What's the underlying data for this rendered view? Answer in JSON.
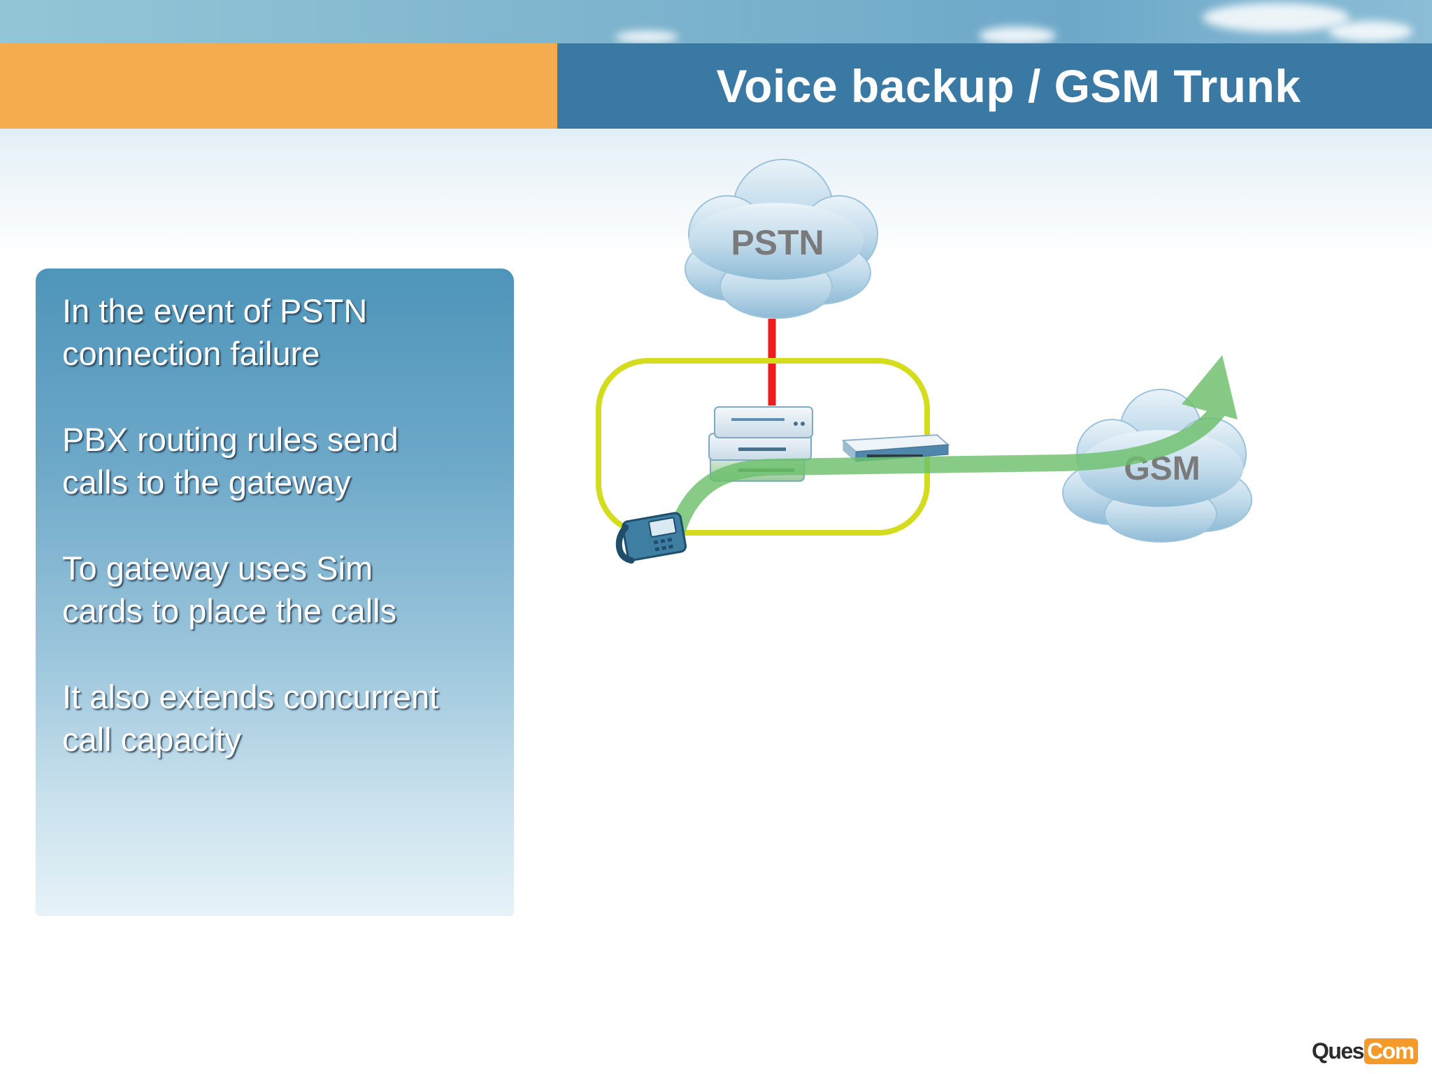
{
  "slide": {
    "title": "Voice backup / GSM Trunk",
    "bullets": [
      "In the event of PSTN\nconnection failure",
      "PBX routing rules send\ncalls to the gateway",
      "To gateway uses Sim\ncards to place the calls",
      "It also extends concurrent\ncall capacity"
    ]
  },
  "diagram": {
    "nodes": [
      {
        "id": "pstn",
        "label": "PSTN",
        "type": "cloud"
      },
      {
        "id": "gsm",
        "label": "GSM",
        "type": "cloud"
      },
      {
        "id": "pbx",
        "label": "",
        "type": "pbx-stack-icon"
      },
      {
        "id": "gateway",
        "label": "",
        "type": "gsm-gateway-icon"
      },
      {
        "id": "phone",
        "label": "",
        "type": "ip-phone-icon"
      }
    ],
    "edges": [
      {
        "from": "pstn",
        "to": "pbx",
        "style": "failed-link",
        "color": "#ee1c1c"
      },
      {
        "from": "phone",
        "to": "gsm",
        "style": "call-path-arrow",
        "color": "#6cbf6c"
      }
    ],
    "group_outline_color": "#d4dc1e"
  },
  "logo": {
    "part1": "Ques",
    "part2": "Com"
  },
  "colors": {
    "orange_bar": "#f4ac4e",
    "title_bar": "#3a79a4",
    "panel_top": "#4e95ba",
    "cloud_fill": "#a8cce0"
  }
}
